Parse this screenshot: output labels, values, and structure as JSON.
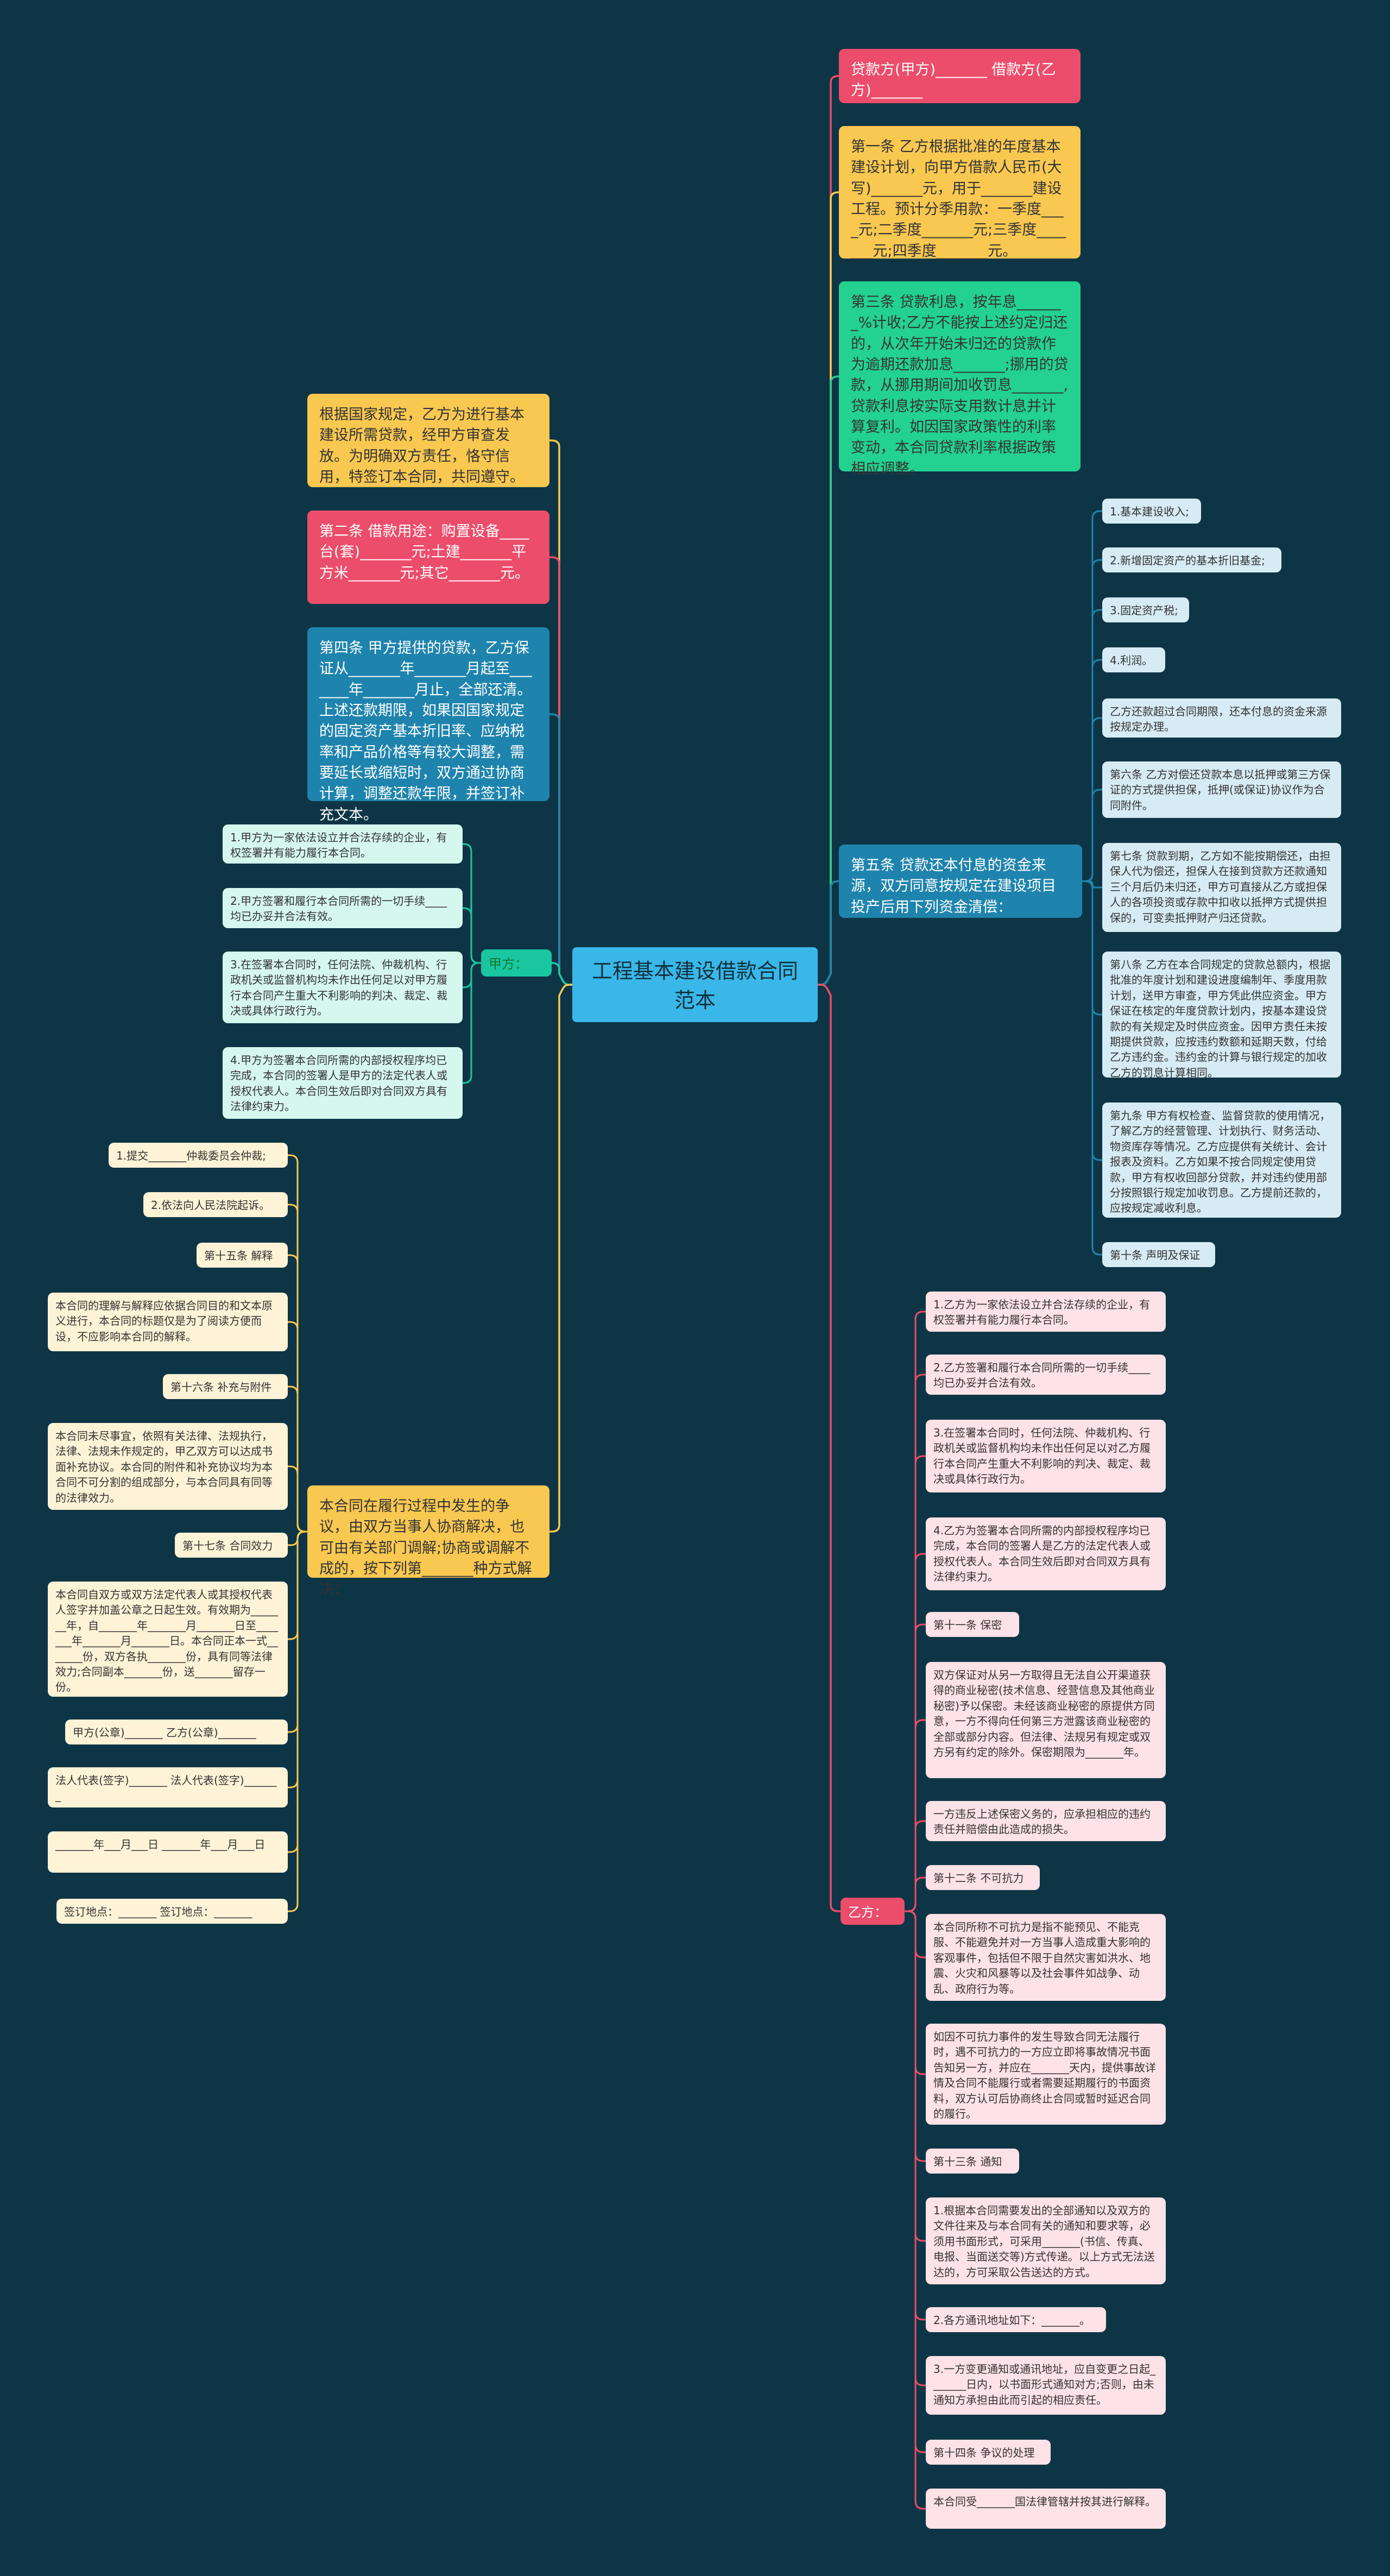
{
  "root": "工程基本建设借款合同范本",
  "right_top": [
    "贷款方(甲方)_______ 借款方(乙方)_______",
    "第一条 乙方根据批准的年度基本建设计划，向甲方借款人民币(大写)_______元，用于_______建设工程。预计分季用款：一季度____元;二季度_______元;三季度_______元;四季度_______元。",
    "第三条 贷款利息，按年息_______%计收;乙方不能按上述约定归还的，从次年开始未归还的贷款作为逾期还款加息_______;挪用的贷款，从挪用期间加收罚息_______,贷款利息按实际支用数计息并计算复利。如因国家政策性的利率变动，本合同贷款利率根据政策相应调整。"
  ],
  "left_top": [
    "根据国家规定，乙方为进行基本建设所需贷款，经甲方审查发放。为明确双方责任，恪守信用，特签订本合同，共同遵守。",
    "第二条 借款用途：购置设备____台(套)_______元;土建_______平方米_______元;其它_______元。",
    "第四条 甲方提供的贷款，乙方保证从_______年_______月起至_______年_______月止，全部还清。上述还款期限，如果因国家规定的固定资产基本折旧率、应纳税率和产品价格等有较大调整，需要延长或缩短时，双方通过协商计算，调整还款年限，并签订补充文本。"
  ],
  "fifth": "第五条 贷款还本付息的资金来源，双方同意按规定在建设项目投产后用下列资金清偿：",
  "fifth_children": [
    "1.基本建设收入;",
    "2.新增固定资产的基本折旧基金;",
    "3.固定资产税;",
    "4.利润。",
    "乙方还款超过合同期限，还本付息的资金来源按规定办理。",
    "第六条 乙方对偿还贷款本息以抵押或第三方保证的方式提供担保，抵押(或保证)协议作为合同附件。",
    "第七条 贷款到期，乙方如不能按期偿还，由担保人代为偿还，担保人在接到贷款方还款通知三个月后仍未归还，甲方可直接从乙方或担保人的各项投资或存款中扣收以抵押方式提供担保的，可变卖抵押财产归还贷款。",
    "第八条 乙方在本合同规定的贷款总额内，根据批准的年度计划和建设进度编制年、季度用款计划，送甲方审查，甲方凭此供应资金。甲方保证在核定的年度贷款计划内，按基本建设贷款的有关规定及时供应资金。因甲方责任未按期提供贷款，应按违约数额和延期天数，付给乙方违约金。违约金的计算与银行规定的加收乙方的罚息计算相同。",
    "第九条 甲方有权检查、监督贷款的使用情况，了解乙方的经营管理、计划执行、财务活动、物资库存等情况。乙方应提供有关统计、会计报表及资料。乙方如果不按合同规定使用贷款，甲方有权收回部分贷款，并对违约使用部分按照银行规定加收罚息。乙方提前还款的，应按规定减收利息。",
    "第十条 声明及保证"
  ],
  "jia_label": "甲方：",
  "jia_children": [
    "1.甲方为一家依法设立并合法存续的企业，有权签署并有能力履行本合同。",
    "2.甲方签署和履行本合同所需的一切手续____均已办妥并合法有效。",
    "3.在签署本合同时，任何法院、仲裁机构、行政机关或监督机构均未作出任何足以对甲方履行本合同产生重大不利影响的判决、裁定、裁决或具体行政行为。",
    "4.甲方为签署本合同所需的内部授权程序均已完成，本合同的签署人是甲方的法定代表人或授权代表人。本合同生效后即对合同双方具有法律约束力。"
  ],
  "dispute": "本合同在履行过程中发生的争议，由双方当事人协商解决，也可由有关部门调解;协商或调解不成的，按下列第_______种方式解决：",
  "dispute_children": [
    "1.提交_______仲裁委员会仲裁;",
    "2.依法向人民法院起诉。",
    "第十五条 解释",
    "本合同的理解与解释应依据合同目的和文本原义进行，本合同的标题仅是为了阅读方便而设，不应影响本合同的解释。",
    "第十六条 补充与附件",
    "本合同未尽事宜，依照有关法律、法规执行，法律、法规未作规定的，甲乙双方可以达成书面补充协议。本合同的附件和补充协议均为本合同不可分割的组成部分，与本合同具有同等的法律效力。",
    "第十七条 合同效力",
    "本合同自双方或双方法定代表人或其授权代表人签字并加盖公章之日起生效。有效期为_______年，自_______年_______月_______日至_______年_______月_______日。本合同正本一式_______份，双方各执_______份，具有同等法律效力;合同副本_______份，送_______留存一份。",
    "甲方(公章)_______ 乙方(公章)_______",
    "法人代表(签字)_______ 法人代表(签字)_______",
    "_______年___月___日 _______年___月___日",
    "签订地点：_______ 签订地点：_______"
  ],
  "yi_label": "乙方：",
  "yi_children": [
    "1.乙方为一家依法设立并合法存续的企业，有权签署并有能力履行本合同。",
    "2.乙方签署和履行本合同所需的一切手续____均已办妥并合法有效。",
    "3.在签署本合同时，任何法院、仲裁机构、行政机关或监督机构均未作出任何足以对乙方履行本合同产生重大不利影响的判决、裁定、裁决或具体行政行为。",
    "4.乙方为签署本合同所需的内部授权程序均已完成，本合同的签署人是乙方的法定代表人或授权代表人。本合同生效后即对合同双方具有法律约束力。",
    "第十一条 保密",
    "双方保证对从另一方取得且无法自公开渠道获得的商业秘密(技术信息、经营信息及其他商业秘密)予以保密。未经该商业秘密的原提供方同意，一方不得向任何第三方泄露该商业秘密的全部或部分内容。但法律、法规另有规定或双方另有约定的除外。保密期限为_______年。",
    "一方违反上述保密义务的，应承担相应的违约责任并赔偿由此造成的损失。",
    "第十二条 不可抗力",
    "本合同所称不可抗力是指不能预见、不能克服、不能避免并对一方当事人造成重大影响的客观事件，包括但不限于自然灾害如洪水、地震、火灾和风暴等以及社会事件如战争、动乱、政府行为等。",
    "如因不可抗力事件的发生导致合同无法履行时，遇不可抗力的一方应立即将事故情况书面告知另一方，并应在_______天内，提供事故详情及合同不能履行或者需要延期履行的书面资料，双方认可后协商终止合同或暂时延迟合同的履行。",
    "第十三条 通知",
    "1.根据本合同需要发出的全部通知以及双方的文件往来及与本合同有关的通知和要求等，必须用书面形式，可采用_______(书信、传真、电报、当面送交等)方式传递。以上方式无法送达的，方可采取公告送达的方式。",
    "2.各方通讯地址如下：_______。",
    "3.一方变更通知或通讯地址，应自变更之日起_______日内，以书面形式通知对方;否则，由未通知方承担由此而引起的相应责任。",
    "第十四条 争议的处理",
    "本合同受_______国法律管辖并按其进行解释。"
  ]
}
